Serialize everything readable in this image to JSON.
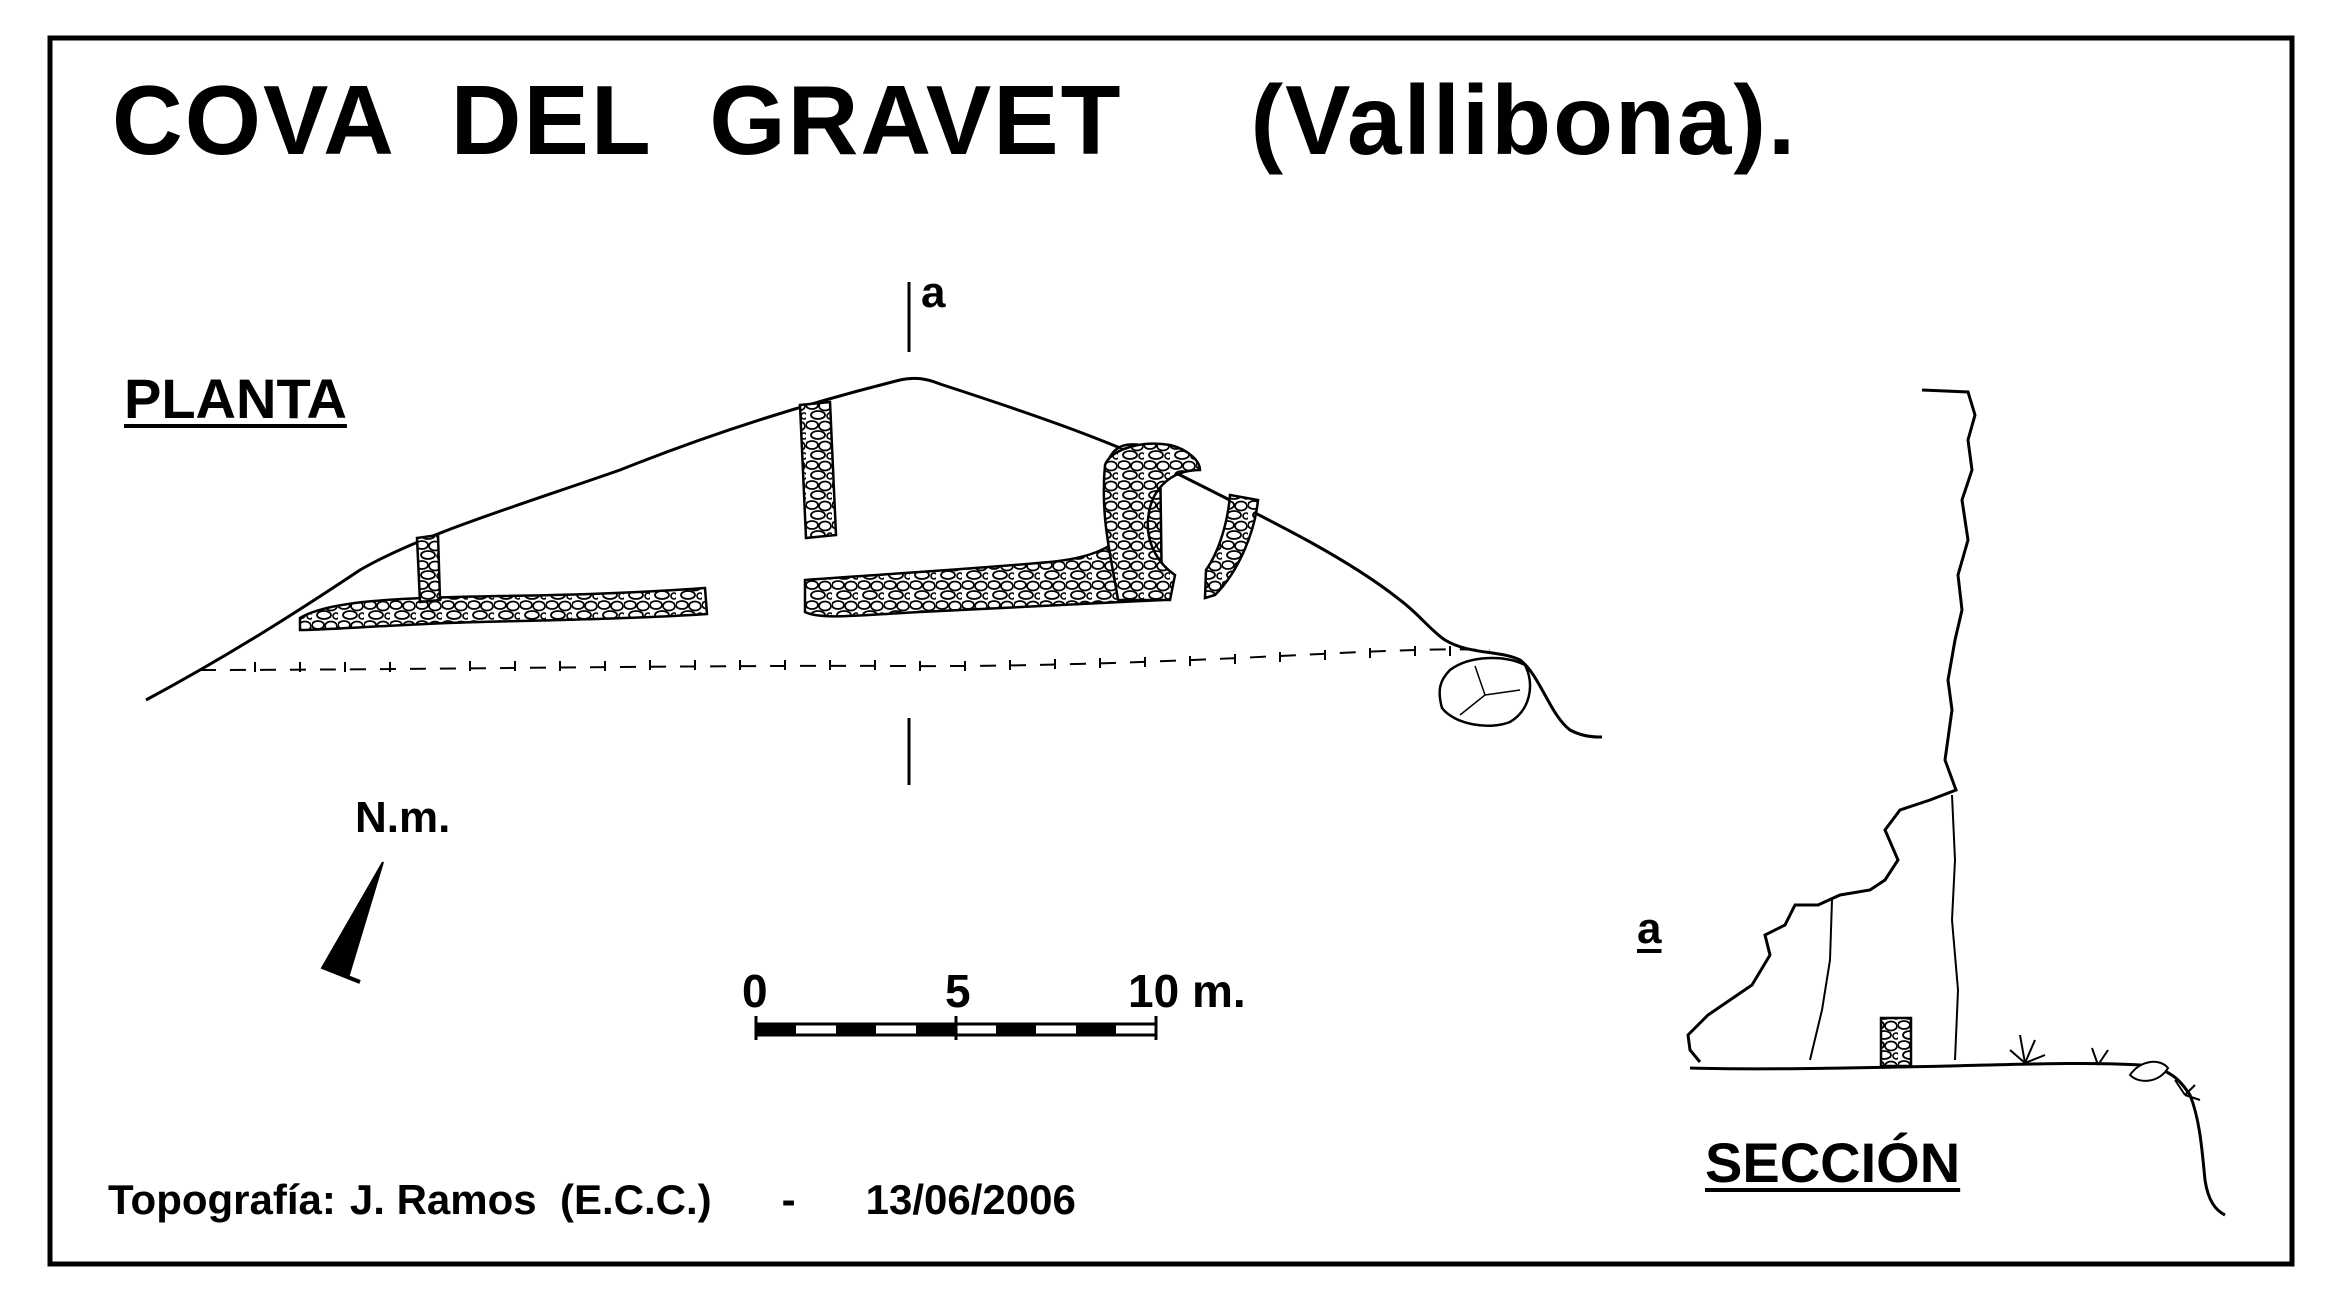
{
  "title": {
    "name": "COVA  DEL  GRAVET",
    "place": "(Vallibona)."
  },
  "plan_label": "PLANTA",
  "section_label": "SECCIÓN",
  "section_marker_top": "a",
  "section_marker_side": "a",
  "north_label": "N.m.",
  "scale": {
    "label_0": "0",
    "label_5": "5",
    "label_10": "10 m.",
    "length_m": 10
  },
  "credit": {
    "prefix": "Topografía:",
    "author": "J. Ramos  (E.C.C.)",
    "separator": "-",
    "date": "13/06/2006"
  }
}
